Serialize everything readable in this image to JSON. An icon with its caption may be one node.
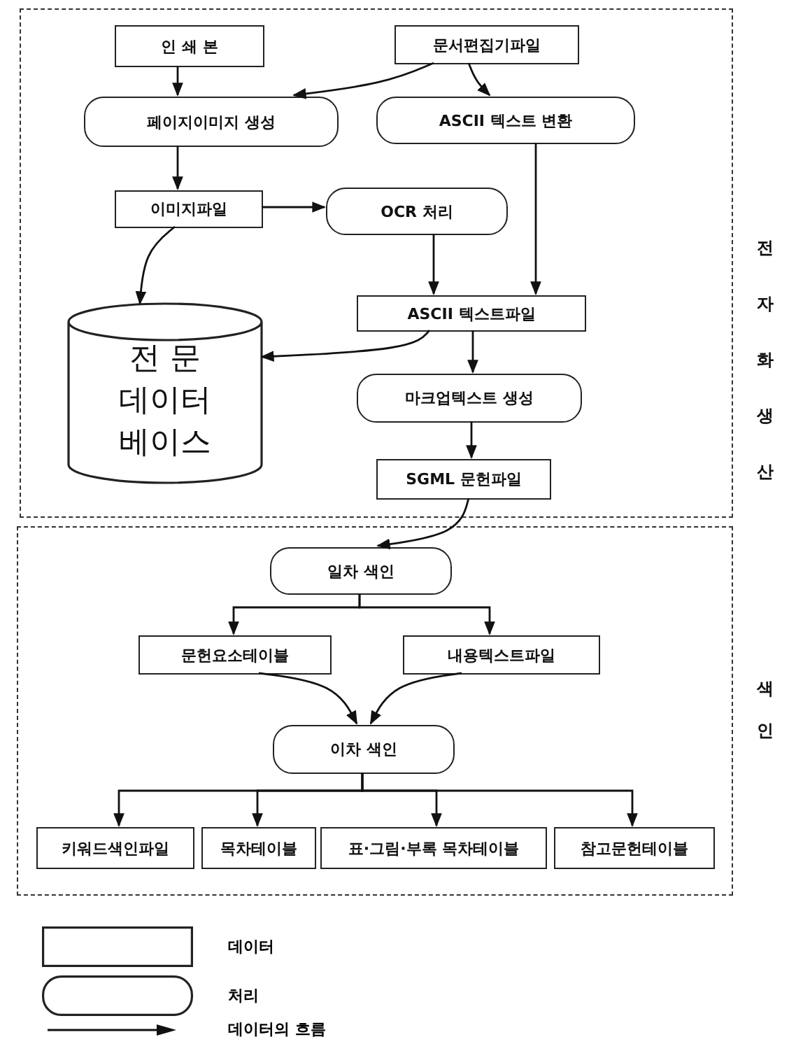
{
  "diagram": {
    "nodes": [
      {
        "text": [
          "전자화생산"
        ]
      },
      {
        "text": [
          "인 쇄 본"
        ],
        "in": 0
      },
      {
        "text": [
          "문서편집기파일"
        ],
        "in": 0
      },
      {
        "text": [
          "페이지이미지 생성"
        ],
        "in": 0
      },
      {
        "text": [
          "ASCII 텍스트 변환"
        ],
        "in": 0
      },
      {
        "text": [
          "이미지파일"
        ],
        "in": 0
      },
      {
        "text": [
          "OCR 처리"
        ],
        "in": 0
      },
      {
        "text": [
          "전 문 데이터 베이스"
        ],
        "in": 0
      },
      {
        "text": [
          "ASCII 텍스트파일"
        ],
        "in": 0
      },
      {
        "text": [
          "마크업텍스트 생성"
        ],
        "in": 0
      },
      {
        "text": [
          "SGML 문헌파일"
        ],
        "in": 0
      },
      {
        "text": [
          "색인"
        ]
      },
      {
        "text": [
          "일차 색인"
        ],
        "in": 11
      },
      {
        "text": [
          "문헌요소테이블"
        ],
        "in": 11
      },
      {
        "text": [
          "내용텍스트파일"
        ],
        "in": 11
      },
      {
        "text": [
          "이차 색인"
        ],
        "in": 11
      },
      {
        "text": [
          "키워드색인파일"
        ],
        "in": 11
      },
      {
        "text": [
          "목차테이블"
        ],
        "in": 11
      },
      {
        "text": [
          "표·그림·부록 목차테이블"
        ],
        "in": 11
      },
      {
        "text": [
          "참고문헌테이블"
        ],
        "in": 11
      }
    ],
    "edges": [
      {
        "from": 1,
        "to": 3,
        "arrow": "to"
      },
      {
        "from": 2,
        "to": 3,
        "arrow": "to"
      },
      {
        "from": 2,
        "to": 4,
        "arrow": "to"
      },
      {
        "from": 3,
        "to": 5,
        "arrow": "to"
      },
      {
        "from": 5,
        "to": 6,
        "arrow": "to"
      },
      {
        "from": 5,
        "to": 7,
        "arrow": "to"
      },
      {
        "from": 6,
        "to": 8,
        "arrow": "to"
      },
      {
        "from": 4,
        "to": 8,
        "arrow": "to"
      },
      {
        "from": 8,
        "to": 7,
        "arrow": "to"
      },
      {
        "from": 8,
        "to": 9,
        "arrow": "to"
      },
      {
        "from": 9,
        "to": 10,
        "arrow": "to"
      },
      {
        "from": 10,
        "to": 12,
        "arrow": "to"
      },
      {
        "from": 12,
        "to": 13,
        "arrow": "to"
      },
      {
        "from": 12,
        "to": 14,
        "arrow": "to"
      },
      {
        "from": 13,
        "to": 15,
        "arrow": "to"
      },
      {
        "from": 14,
        "to": 15,
        "arrow": "to"
      },
      {
        "from": 15,
        "to": 16,
        "arrow": "to"
      },
      {
        "from": 15,
        "to": 17,
        "arrow": "to"
      },
      {
        "from": 15,
        "to": 18,
        "arrow": "to"
      },
      {
        "from": 15,
        "to": 19,
        "arrow": "to"
      }
    ],
    "legend": [
      {
        "text": "데이터"
      },
      {
        "text": "처리"
      },
      {
        "text": "데이터의 흐름"
      }
    ]
  }
}
